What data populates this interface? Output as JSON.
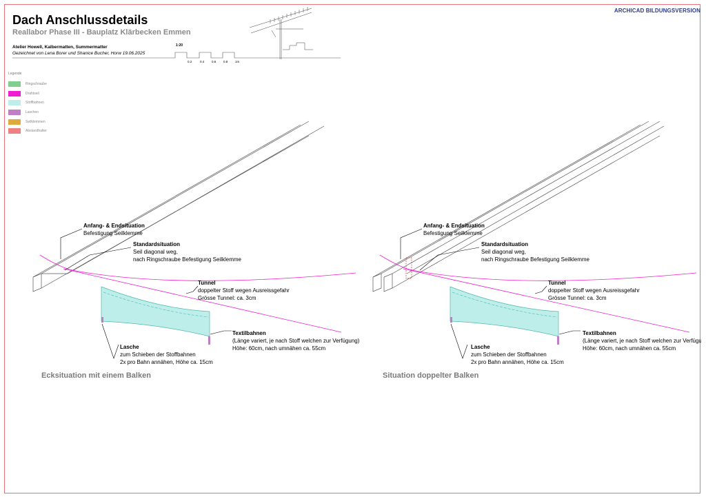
{
  "header": {
    "title": "Dach Anschlussdetails",
    "subtitle": "Reallabor Phase III - Bauplatz Klärbecken Emmen",
    "office": "Atelier Howell, Kalbermatten, Summermatter",
    "drawn_by": "Gezeichnet von Lena Borer und Shanice Bucher, Horw 19.06.2025",
    "watermark": "ARCHICAD BILDUNGSVERSION"
  },
  "scale": {
    "label": "1:20",
    "ticks": [
      "0.2",
      "0.4",
      "0.6",
      "0.8",
      "1m"
    ]
  },
  "legend": {
    "title": "Legende",
    "items": [
      {
        "label": "Ringschraube",
        "color": "#7fcf8e"
      },
      {
        "label": "Drahtseil",
        "color": "#f01ed2"
      },
      {
        "label": "Stoffbahnen",
        "color": "#bdeeea"
      },
      {
        "label": "Laschen",
        "color": "#c07fc4"
      },
      {
        "label": "Seilklemmen",
        "color": "#e0a93c"
      },
      {
        "label": "Abstandhalter",
        "color": "#ef7f80"
      }
    ]
  },
  "details": [
    {
      "caption": "Ecksituation mit einem Balken",
      "anfang_title": "Anfang- & Endsituation",
      "anfang_text": "Befestigung Seilklemme",
      "standard_title": "Standardsituation",
      "standard_line1": "Seil diagonal weg,",
      "standard_line2": "nach Ringschraube Befestigung Seilklemme",
      "tunnel_title": "Tunnel",
      "tunnel_line1": "doppelter Stoff wegen Ausreissgefahr",
      "tunnel_line2": "Grösse Tunnel: ca. 3cm",
      "textil_title": "Textilbahnen",
      "textil_line1": "(Länge variert, je nach Stoff welchen zur Verfügung)",
      "textil_line2": "Höhe: 60cm, nach umnähen ca. 55cm",
      "lasche_title": "Lasche",
      "lasche_line1": "zum Schieben der Stoffbahnen",
      "lasche_line2": "2x pro Bahn annähen, Höhe ca. 15cm"
    },
    {
      "caption": "Situation doppelter Balken",
      "anfang_title": "Anfang- & Endsituation",
      "anfang_text": "Befestigung Seilklemme",
      "standard_title": "Standardsituation",
      "standard_line1": "Seil diagonal weg,",
      "standard_line2": "nach Ringschraube Befestigung Seilklemme",
      "tunnel_title": "Tunnel",
      "tunnel_line1": "doppelter Stoff wegen Ausreissgefahr",
      "tunnel_line2": "Grösse Tunnel: ca. 3cm",
      "textil_title": "Textilbahnen",
      "textil_line1": "(Länge variert, je nach Stoff welchen zur Verfügung)",
      "textil_line2": "Höhe: 60cm, nach umnähen ca. 55cm",
      "lasche_title": "Lasche",
      "lasche_line1": "zum Schieben der Stoffbahnen",
      "lasche_line2": "2x pro Bahn annähen, Höhe ca. 15cm"
    }
  ]
}
